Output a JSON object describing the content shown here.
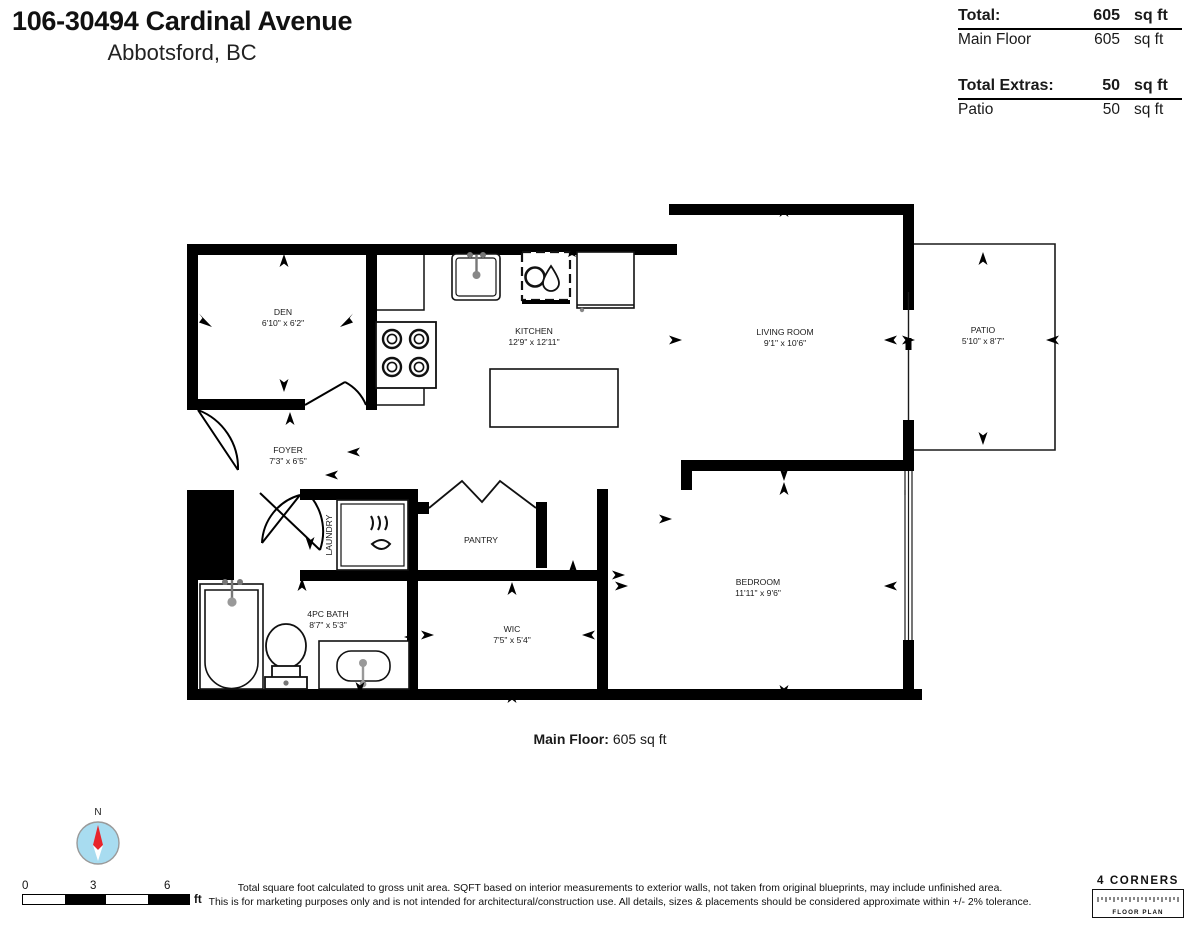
{
  "header": {
    "address": "106-30494 Cardinal Avenue",
    "city": "Abbotsford, BC"
  },
  "summary": {
    "total": {
      "label": "Total:",
      "value": "605",
      "unit": "sq ft"
    },
    "total_rows": [
      {
        "label": "Main Floor",
        "value": "605",
        "unit": "sq ft"
      }
    ],
    "extras": {
      "label": "Total Extras:",
      "value": "50",
      "unit": "sq ft"
    },
    "extras_rows": [
      {
        "label": "Patio",
        "value": "50",
        "unit": "sq ft"
      }
    ]
  },
  "plan": {
    "rooms": [
      {
        "name": "DEN",
        "dims": "6'10\" x 6'2\""
      },
      {
        "name": "KITCHEN",
        "dims": "12'9\" x 12'11\""
      },
      {
        "name": "LIVING ROOM",
        "dims": "9'1\" x 10'6\""
      },
      {
        "name": "PATIO",
        "dims": "5'10\" x 8'7\""
      },
      {
        "name": "FOYER",
        "dims": "7'3\" x 6'5\""
      },
      {
        "name": "LAUNDRY",
        "dims": ""
      },
      {
        "name": "PANTRY",
        "dims": ""
      },
      {
        "name": "4PC BATH",
        "dims": "8'7\" x 5'3\""
      },
      {
        "name": "WIC",
        "dims": "7'5\" x 5'4\""
      },
      {
        "name": "BEDROOM",
        "dims": "11'11\" x 9'6\""
      }
    ],
    "floor_caption_label": "Main Floor:",
    "floor_caption_value": "605 sq ft"
  },
  "compass": {
    "north_label": "N"
  },
  "scale": {
    "ticks": [
      "0",
      "3",
      "6"
    ],
    "unit": "ft"
  },
  "disclaimer": {
    "line1": "Total square foot calculated to gross unit area. SQFT based on interior measurements to exterior walls, not taken from original blueprints, may include unfinished area.",
    "line2": "This is for marketing purposes only and is not intended for architectural/construction use.  All details, sizes & placements should be considered approximate within +/- 2%  tolerance."
  },
  "brand": {
    "name": "4 CORNERS",
    "sub": "FLOOR PLAN"
  },
  "colors": {
    "wall": "#000000",
    "thin_line": "#1a1a1a",
    "text": "#111111",
    "compass_disc": "#a8dcf0",
    "compass_needle": "#e8242a"
  }
}
